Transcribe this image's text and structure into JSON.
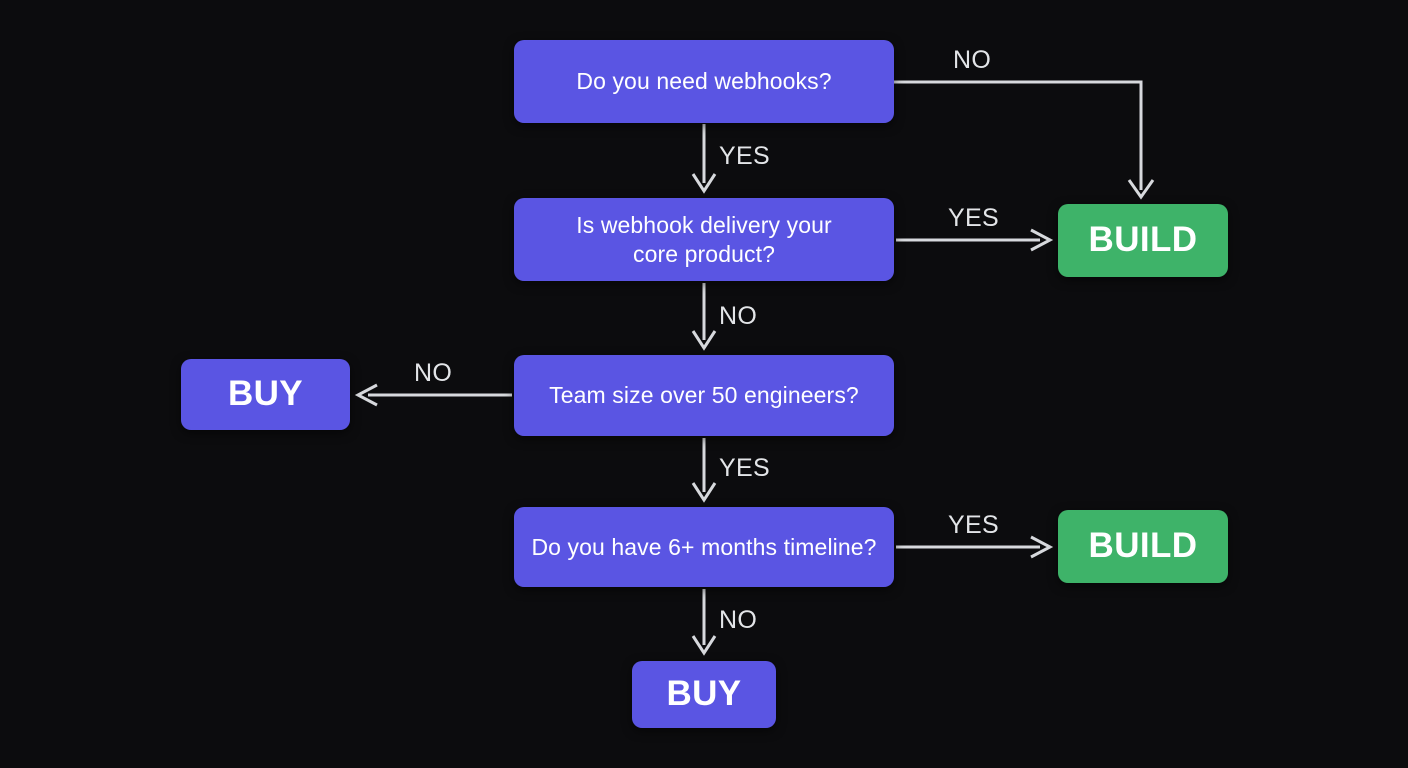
{
  "chart_data": {
    "type": "diagram",
    "title": "Build vs Buy webhook decision flowchart",
    "colors": {
      "background": "#0c0c0e",
      "decision_node": "#5a55e3",
      "buy_node": "#5a55e3",
      "build_node": "#3eb369",
      "edge": "#d7d9dd",
      "node_text": "#ffffff",
      "label_text": "#e3e5e8"
    },
    "nodes": [
      {
        "id": "webhooks",
        "label": "Do you need webhooks?",
        "type": "decision"
      },
      {
        "id": "core_product",
        "label": "Is webhook delivery your core product?",
        "type": "decision"
      },
      {
        "id": "team_size",
        "label": "Team size over 50 engineers?",
        "type": "decision"
      },
      {
        "id": "timeline",
        "label": "Do you have 6+ months timeline?",
        "type": "decision"
      },
      {
        "id": "build_top",
        "label": "BUILD",
        "type": "terminal-build"
      },
      {
        "id": "build_bottom",
        "label": "BUILD",
        "type": "terminal-build"
      },
      {
        "id": "buy_left",
        "label": "BUY",
        "type": "terminal-buy"
      },
      {
        "id": "buy_bottom",
        "label": "BUY",
        "type": "terminal-buy"
      }
    ],
    "edges": [
      {
        "from": "webhooks",
        "to": "build_top",
        "label": "NO"
      },
      {
        "from": "webhooks",
        "to": "core_product",
        "label": "YES"
      },
      {
        "from": "core_product",
        "to": "build_top",
        "label": "YES"
      },
      {
        "from": "core_product",
        "to": "team_size",
        "label": "NO"
      },
      {
        "from": "team_size",
        "to": "buy_left",
        "label": "NO"
      },
      {
        "from": "team_size",
        "to": "timeline",
        "label": "YES"
      },
      {
        "from": "timeline",
        "to": "build_bottom",
        "label": "YES"
      },
      {
        "from": "timeline",
        "to": "buy_bottom",
        "label": "NO"
      }
    ]
  },
  "nodes": {
    "webhooks": "Do you need webhooks?",
    "core_product_line1": "Is webhook delivery your",
    "core_product_line2": "core product?",
    "team_size": "Team size over 50 engineers?",
    "timeline": "Do you have 6+ months timeline?",
    "build_top": "BUILD",
    "build_bottom": "BUILD",
    "buy_left": "BUY",
    "buy_bottom": "BUY"
  },
  "labels": {
    "no_webhooks": "NO",
    "yes_webhooks": "YES",
    "yes_core": "YES",
    "no_core": "NO",
    "no_team": "NO",
    "yes_team": "YES",
    "yes_timeline": "YES",
    "no_timeline": "NO"
  }
}
